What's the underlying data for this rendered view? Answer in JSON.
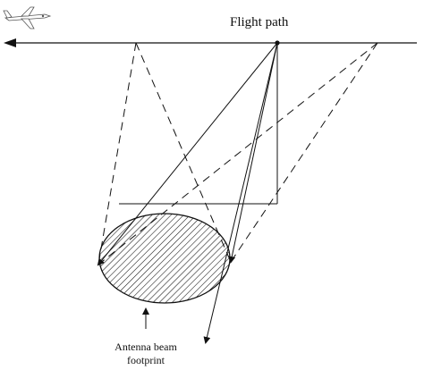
{
  "labels": {
    "flight_path": "Flight path",
    "footprint_line1": "Antenna beam",
    "footprint_line2": "footprint"
  },
  "icons": {
    "aircraft": "aircraft-icon"
  },
  "colors": {
    "stroke": "#111111",
    "background": "#ffffff"
  }
}
